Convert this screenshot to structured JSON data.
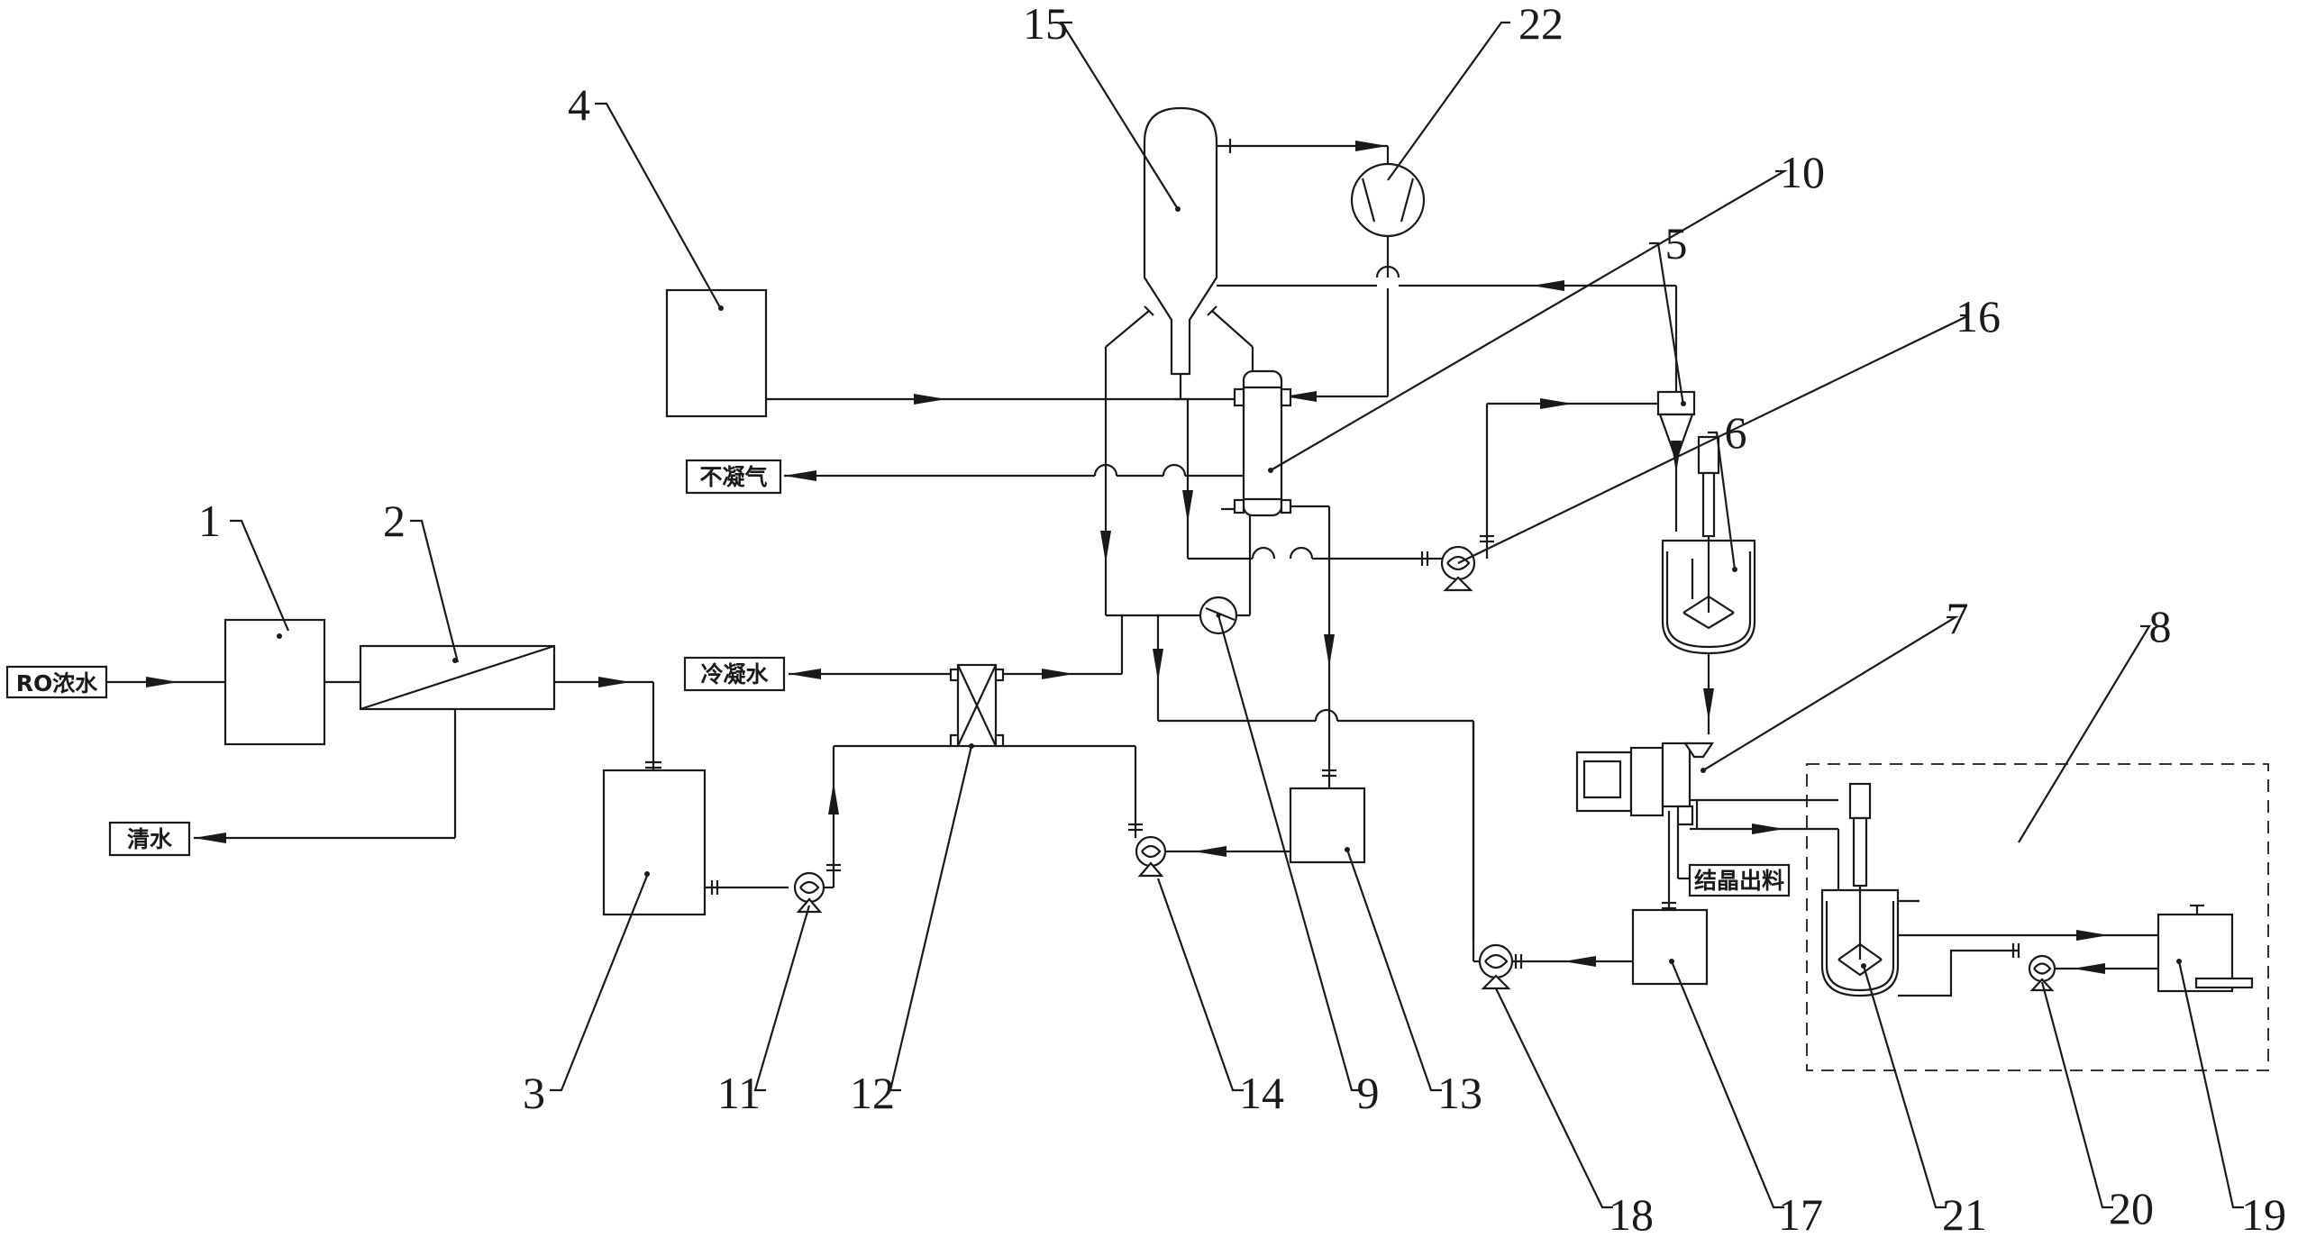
{
  "diagram": {
    "labels": {
      "ro_concentrate": "RO浓水",
      "clean_water": "清水",
      "non_condensable_gas": "不凝气",
      "condensate_water": "冷凝水",
      "crystal_output": "结晶出料"
    },
    "component_numbers": {
      "n1": "1",
      "n2": "2",
      "n3": "3",
      "n4": "4",
      "n5": "5",
      "n6": "6",
      "n7": "7",
      "n8": "8",
      "n9": "9",
      "n10": "10",
      "n11": "11",
      "n12": "12",
      "n13": "13",
      "n14": "14",
      "n15": "15",
      "n16": "16",
      "n17": "17",
      "n18": "18",
      "n19": "19",
      "n20": "20",
      "n21": "21",
      "n22": "22"
    }
  }
}
